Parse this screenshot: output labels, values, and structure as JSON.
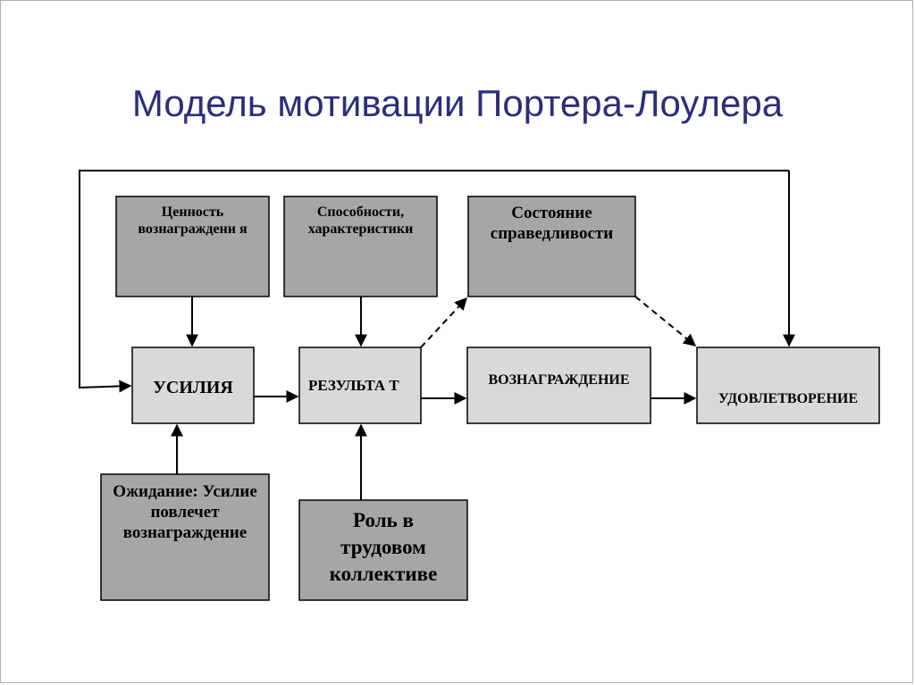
{
  "title": "Модель мотивации Портера-Лоулера",
  "colors": {
    "title": "#2a2e7a",
    "dark_box": "#a6a6a6",
    "light_box": "#d9d9d9",
    "line": "#000000"
  },
  "boxes": {
    "reward_value": "Ценность вознаграждени я",
    "abilities": "Способности, характеристики",
    "fairness": "Состояние справедливости",
    "effort": "УСИЛИЯ",
    "result": "РЕЗУЛЬТА Т",
    "reward": "ВОЗНАГРАЖДЕНИЕ",
    "satisfaction": "УДОВЛЕТВОРЕНИЕ",
    "expectation": "Ожидание: Усилие повлечет вознаграждение",
    "role": "Роль в трудовом коллективе"
  }
}
